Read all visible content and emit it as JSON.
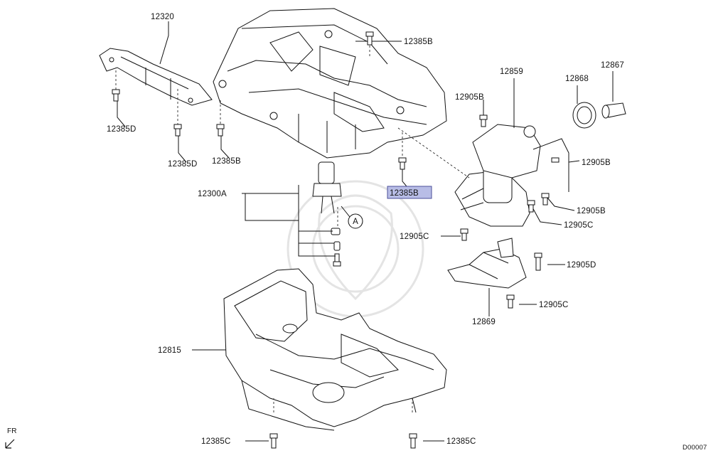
{
  "diagram": {
    "labels": {
      "l12320": "12320",
      "l12385b_top": "12385B",
      "l12385d_left": "12385D",
      "l12385d_mid": "12385D",
      "l12385b_left": "12385B",
      "l12385b_hl": "12385B",
      "l12300a": "12300A",
      "callout_a": "A",
      "l12859": "12859",
      "l12868": "12868",
      "l12867": "12867",
      "l12905b_top": "12905B",
      "l12905b_right": "12905B",
      "l12905b_mid": "12905B",
      "l12905c_right": "12905C",
      "l12905c_left": "12905C",
      "l12905d": "12905D",
      "l12905c_bottom": "12905C",
      "l12869": "12869",
      "l12815": "12815",
      "l12385c_left": "12385C",
      "l12385c_right": "12385C",
      "fr": "FR",
      "code": "D00007"
    },
    "highlight_color": "#b8bde6"
  }
}
